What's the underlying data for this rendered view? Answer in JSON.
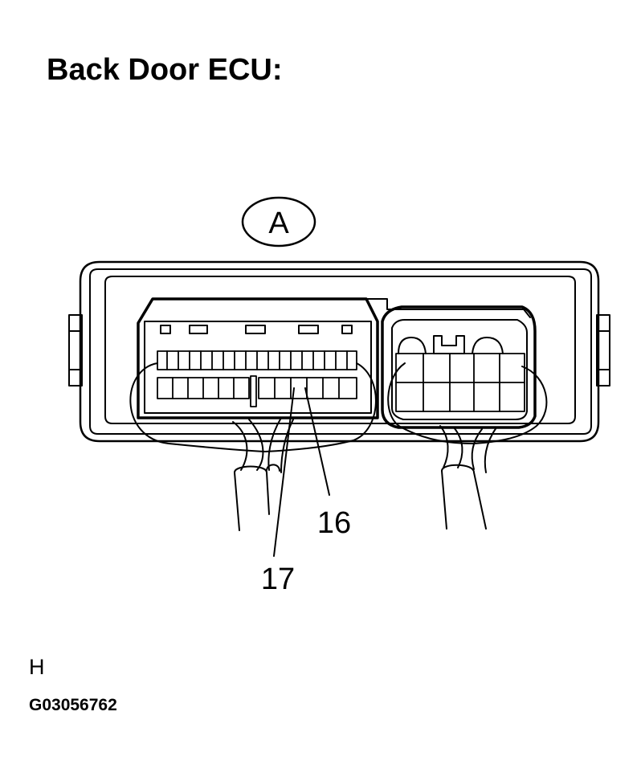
{
  "title": "Back Door ECU:",
  "connector_label": "A",
  "pin_labels": {
    "pin16": "16",
    "pin17": "17"
  },
  "view_letter": "H",
  "figure_code": "G03056762"
}
